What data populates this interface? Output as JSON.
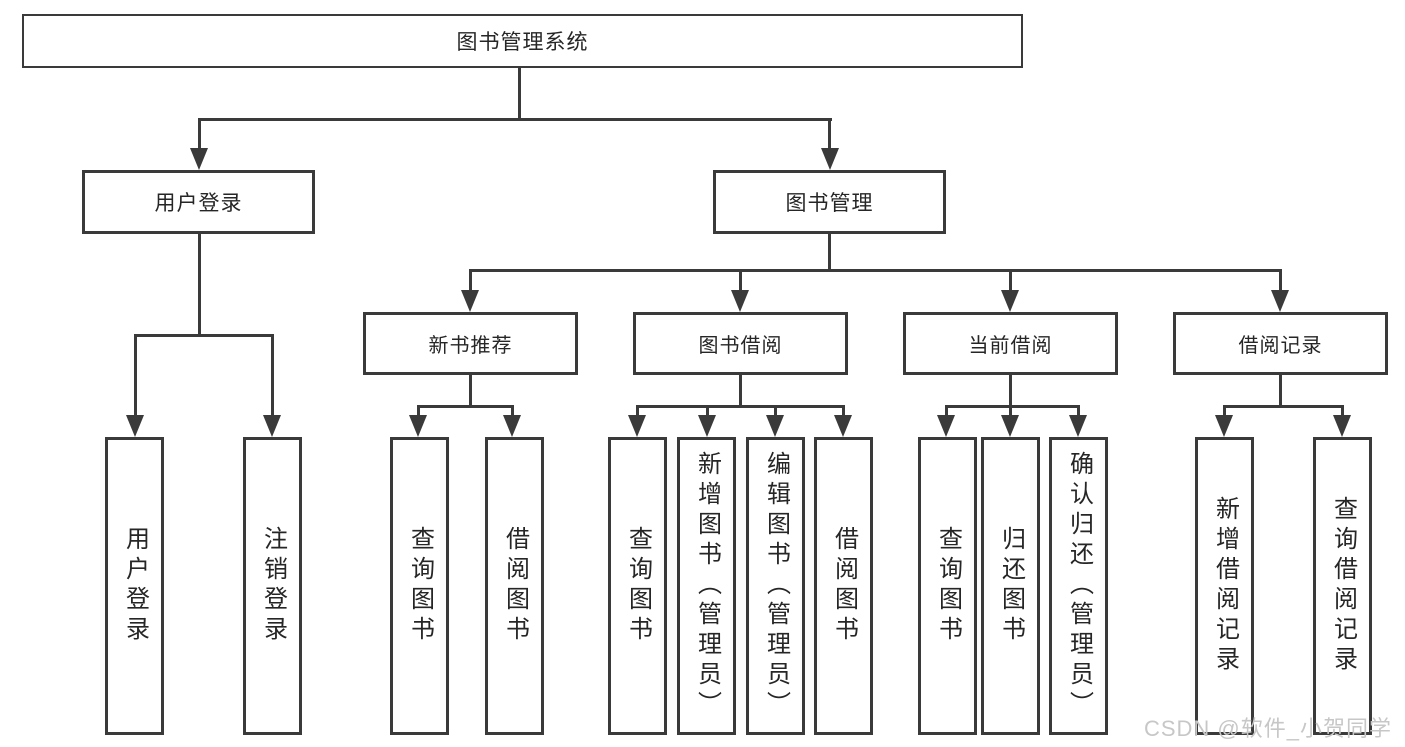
{
  "diagram": {
    "tree": {
      "label": "图书管理系统",
      "children": [
        {
          "label": "用户登录",
          "children": [
            {
              "label": "用户登录"
            },
            {
              "label": "注销登录"
            }
          ]
        },
        {
          "label": "图书管理",
          "children": [
            {
              "label": "新书推荐",
              "children": [
                {
                  "label": "查询图书"
                },
                {
                  "label": "借阅图书"
                }
              ]
            },
            {
              "label": "图书借阅",
              "children": [
                {
                  "label": "查询图书"
                },
                {
                  "label": "新增图书（管理员）"
                },
                {
                  "label": "编辑图书（管理员）"
                },
                {
                  "label": "借阅图书"
                }
              ]
            },
            {
              "label": "当前借阅",
              "children": [
                {
                  "label": "查询图书"
                },
                {
                  "label": "归还图书"
                },
                {
                  "label": "确认归还（管理员）"
                }
              ]
            },
            {
              "label": "借阅记录",
              "children": [
                {
                  "label": "新增借阅记录"
                },
                {
                  "label": "查询借阅记录"
                }
              ]
            }
          ]
        }
      ]
    },
    "watermark": "CSDN @软件_小贺同学",
    "colors": {
      "line": "#3a3a3a",
      "text": "#262626",
      "watermark": "#c7c7c7",
      "background": "#ffffff"
    }
  }
}
